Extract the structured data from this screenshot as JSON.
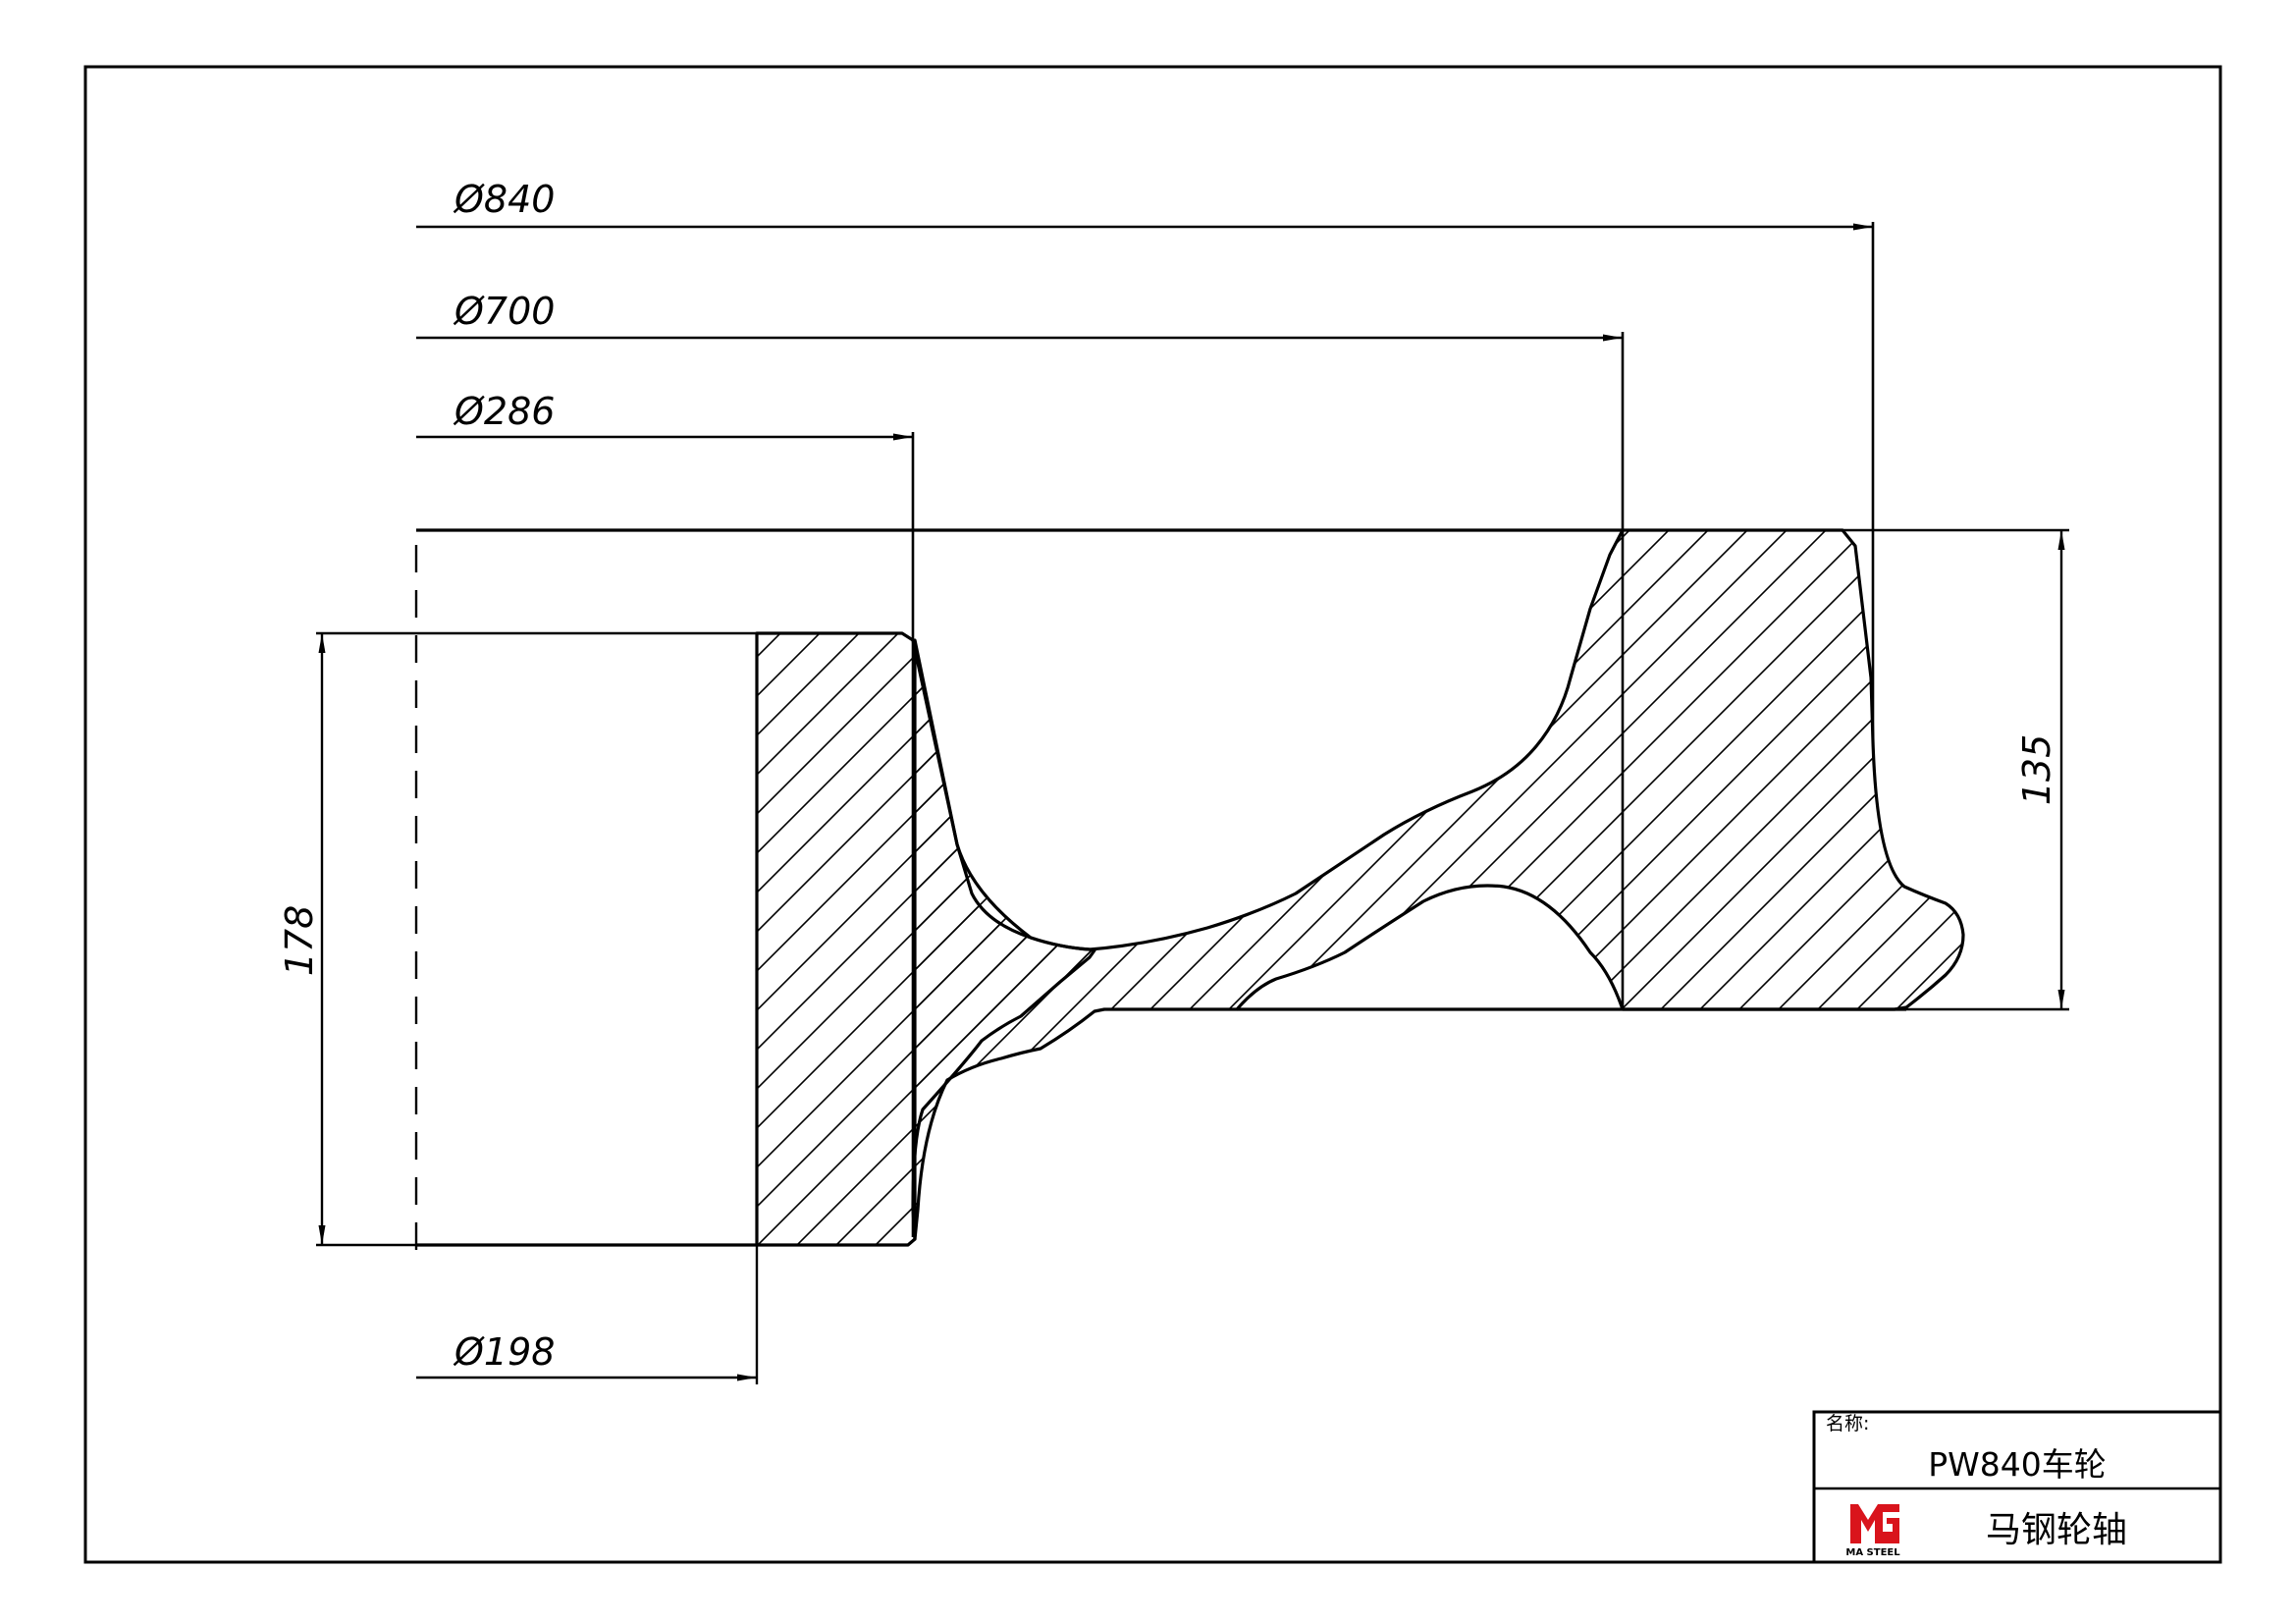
{
  "dimensions": {
    "d840": "Ø840",
    "d700": "Ø700",
    "d286": "Ø286",
    "d198": "Ø198",
    "h178": "178",
    "h135": "135"
  },
  "title_block": {
    "name_label": "名称:",
    "part_name": "PW840车轮",
    "company": "马钢轮轴",
    "logo_text": "MA STEEL"
  },
  "colors": {
    "ink": "#000000",
    "logo_red": "#d9141c"
  }
}
